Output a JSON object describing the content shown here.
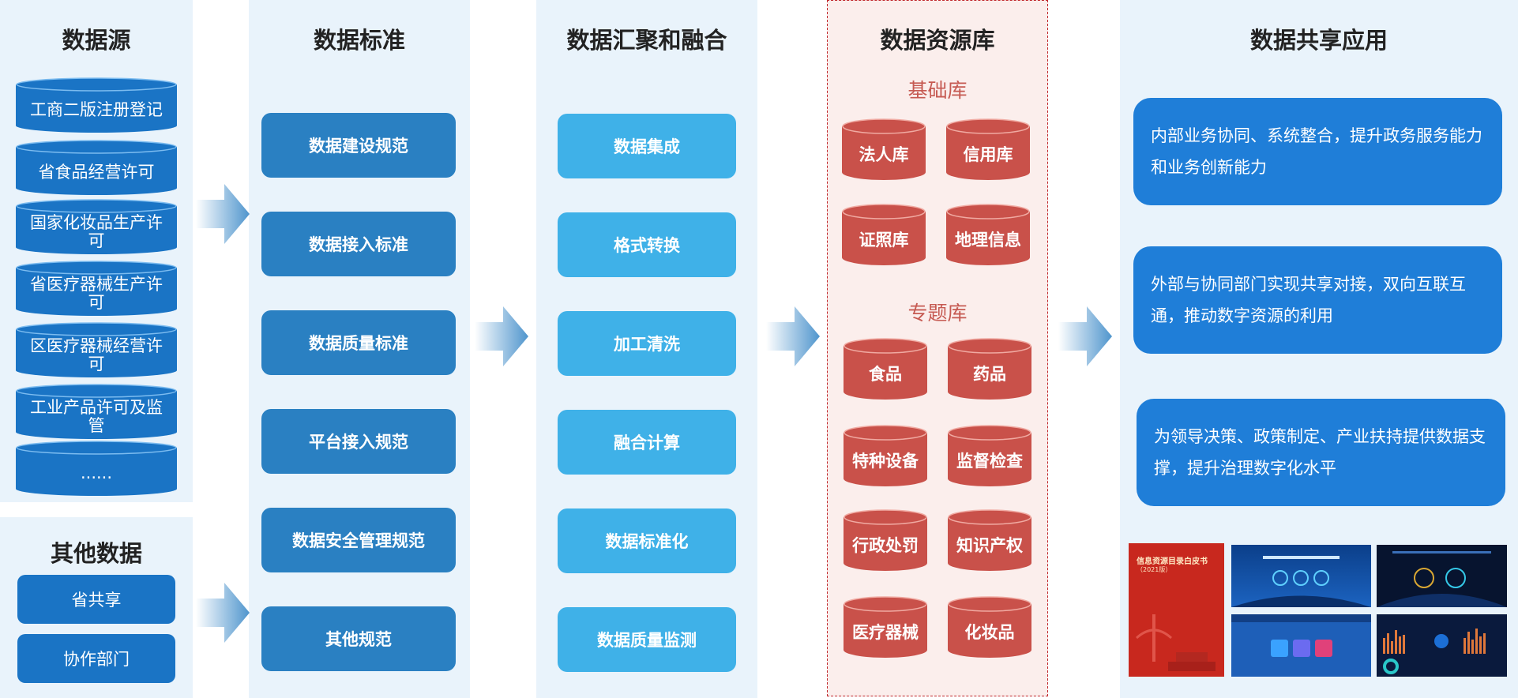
{
  "columns": {
    "source": {
      "title": "数据源",
      "items": [
        "工商二版注册登记",
        "省食品经营许可",
        "国家化妆品生产许可",
        "省医疗器械生产许可",
        "区医疗器械经营许可",
        "工业产品许可及监管",
        "......"
      ]
    },
    "other": {
      "title": "其他数据",
      "items": [
        "省共享",
        "协作部门"
      ]
    },
    "standard": {
      "title": "数据标准",
      "items": [
        "数据建设规范",
        "数据接入标准",
        "数据质量标准",
        "平台接入规范",
        "数据安全管理规范",
        "其他规范"
      ]
    },
    "aggregation": {
      "title": "数据汇聚和融合",
      "items": [
        "数据集成",
        "格式转换",
        "加工清洗",
        "融合计算",
        "数据标准化",
        "数据质量监测"
      ]
    },
    "resource": {
      "title": "数据资源库",
      "base_title": "基础库",
      "base_items": [
        "法人库",
        "信用库",
        "证照库",
        "地理信息"
      ],
      "topic_title": "专题库",
      "topic_items": [
        "食品",
        "药品",
        "特种设备",
        "监督检查",
        "行政处罚",
        "知识产权",
        "医疗器械",
        "化妆品"
      ]
    },
    "share": {
      "title": "数据共享应用",
      "items": [
        "内部业务协同、系统整合，提升政务服务能力和业务创新能力",
        "外部与协同部门实现共享对接，双向互联互通，推动数字资源的利用",
        "为领导决策、政策制定、产业扶持提供数据支撑，提升治理数字化水平"
      ],
      "screens": {
        "cover_title": "信息资源目录白皮书",
        "cover_year": "（2021版）"
      }
    }
  },
  "colors": {
    "column_bg": "#e9f3fb",
    "source_cylinder": "#1a74c5",
    "standard_box": "#2a80c2",
    "aggregation_box": "#3fb1e8",
    "resource_cylinder": "#c9514a",
    "resource_bg": "#fbeeec",
    "resource_border": "#c0262a",
    "share_box": "#1f7ed8"
  }
}
